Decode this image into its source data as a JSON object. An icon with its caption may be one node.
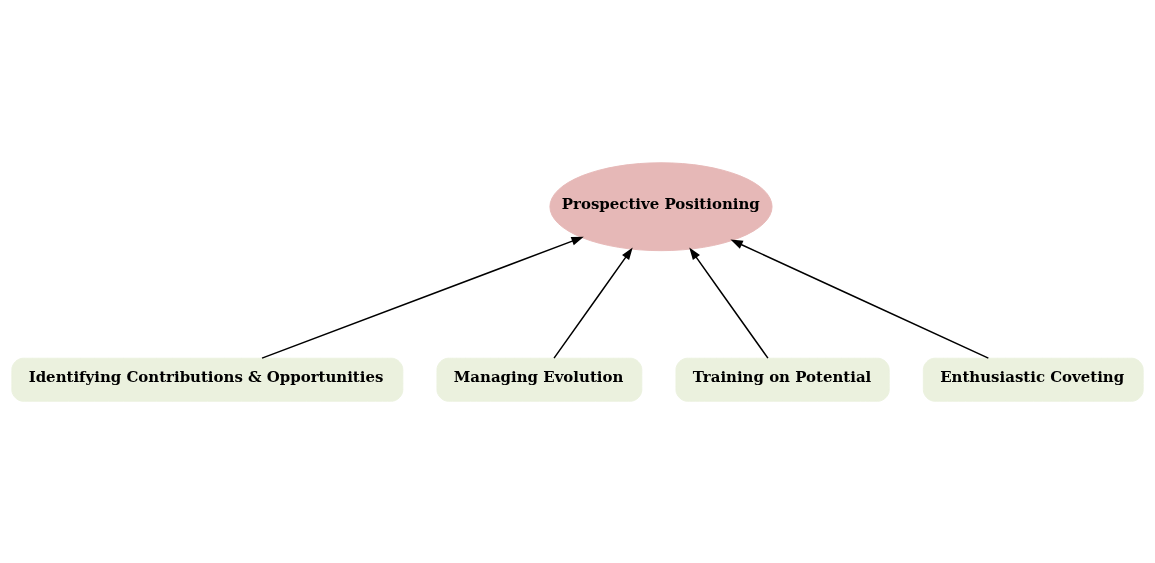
{
  "diagram": {
    "nodes": [
      {
        "text": [
          "Prospective Positioning"
        ]
      },
      {
        "text": [
          "Identifying Contributions & Opportunities"
        ]
      },
      {
        "text": [
          "Managing Evolution"
        ]
      },
      {
        "text": [
          "Training on Potential"
        ]
      },
      {
        "text": [
          "Enthusiastic Coveting"
        ]
      }
    ],
    "edges": [
      {
        "from": 1,
        "to": 0,
        "arrow": "to"
      },
      {
        "from": 2,
        "to": 0,
        "arrow": "to"
      },
      {
        "from": 3,
        "to": 0,
        "arrow": "to"
      },
      {
        "from": 4,
        "to": 0,
        "arrow": "to"
      }
    ]
  }
}
